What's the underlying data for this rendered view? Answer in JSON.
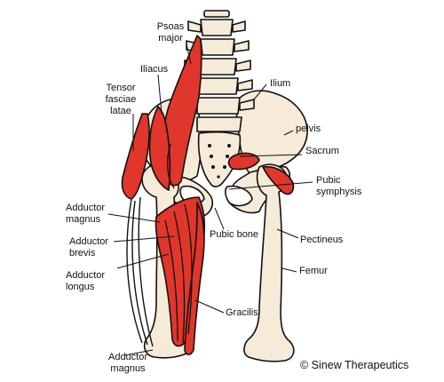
{
  "labels": {
    "psoas_major": "Psoas\nmajor",
    "iliacus": "Iliacus",
    "tensor_fasciae_latae": "Tensor\nfasciae\nlatae",
    "ilium": "Ilium",
    "pelvis": "pelvis",
    "sacrum": "Sacrum",
    "pubic_symphysis": "Pubic\nsymphysis",
    "adductor_magnus_upper": "Adductor\nmagnus",
    "adductor_brevis": "Adductor\nbrevis",
    "adductor_longus": "Adductor\nlongus",
    "pubic_bone": "Pubic bone",
    "pectineus": "Pectineus",
    "femur": "Femur",
    "gracilis": "Gracilis",
    "adductor_magnus_lower": "Adductor\nmagnus"
  },
  "copyright": "© Sinew Therapeutics",
  "colors": {
    "bone": "#f6ead8",
    "muscle": "#e0362b",
    "muscle_dark": "#b52219",
    "outline": "#111111"
  }
}
